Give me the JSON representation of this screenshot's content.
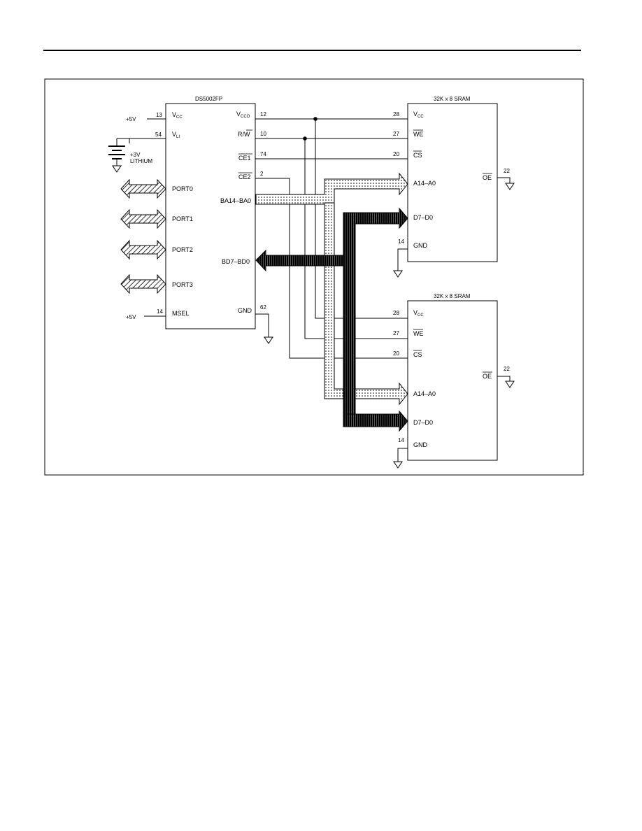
{
  "main_chip": {
    "title": "DS5002FP",
    "pins": {
      "vcc": "V",
      "vcc_sub": "CC",
      "vcc_num": "13",
      "vli": "V",
      "vli_sub": "LI",
      "vli_num": "54",
      "vcco": "V",
      "vcco_sub": "CCO",
      "vcco_num": "12",
      "rw": "R/W",
      "rw_num": "10",
      "ce1": "CE1",
      "ce1_num": "74",
      "ce2": "CE2",
      "ce2_num": "2",
      "ba": "BA14–BA0",
      "bd": "BD7–BD0",
      "port0": "PORT0",
      "port1": "PORT1",
      "port2": "PORT2",
      "port3": "PORT3",
      "msel": "MSEL",
      "msel_num": "14",
      "gnd": "GND",
      "gnd_num": "62"
    }
  },
  "supply": {
    "plus5_top": "+5V",
    "plus5_bottom": "+5V",
    "battery_line1": "+3V",
    "battery_line2": "LITHIUM"
  },
  "sram_top": {
    "title": "32K x 8 SRAM",
    "vcc": "V",
    "vcc_sub": "CC",
    "vcc_num": "28",
    "we": "WE",
    "we_num": "27",
    "cs": "CS",
    "cs_num": "20",
    "addr": "A14–A0",
    "data": "D7–D0",
    "gnd": "GND",
    "gnd_num": "14",
    "oe": "OE",
    "oe_num": "22"
  },
  "sram_bottom": {
    "title": "32K x 8 SRAM",
    "vcc": "V",
    "vcc_sub": "CC",
    "vcc_num": "28",
    "we": "WE",
    "we_num": "27",
    "cs": "CS",
    "cs_num": "20",
    "addr": "A14–A0",
    "data": "D7–D0",
    "gnd": "GND",
    "gnd_num": "14",
    "oe": "OE",
    "oe_num": "22"
  }
}
